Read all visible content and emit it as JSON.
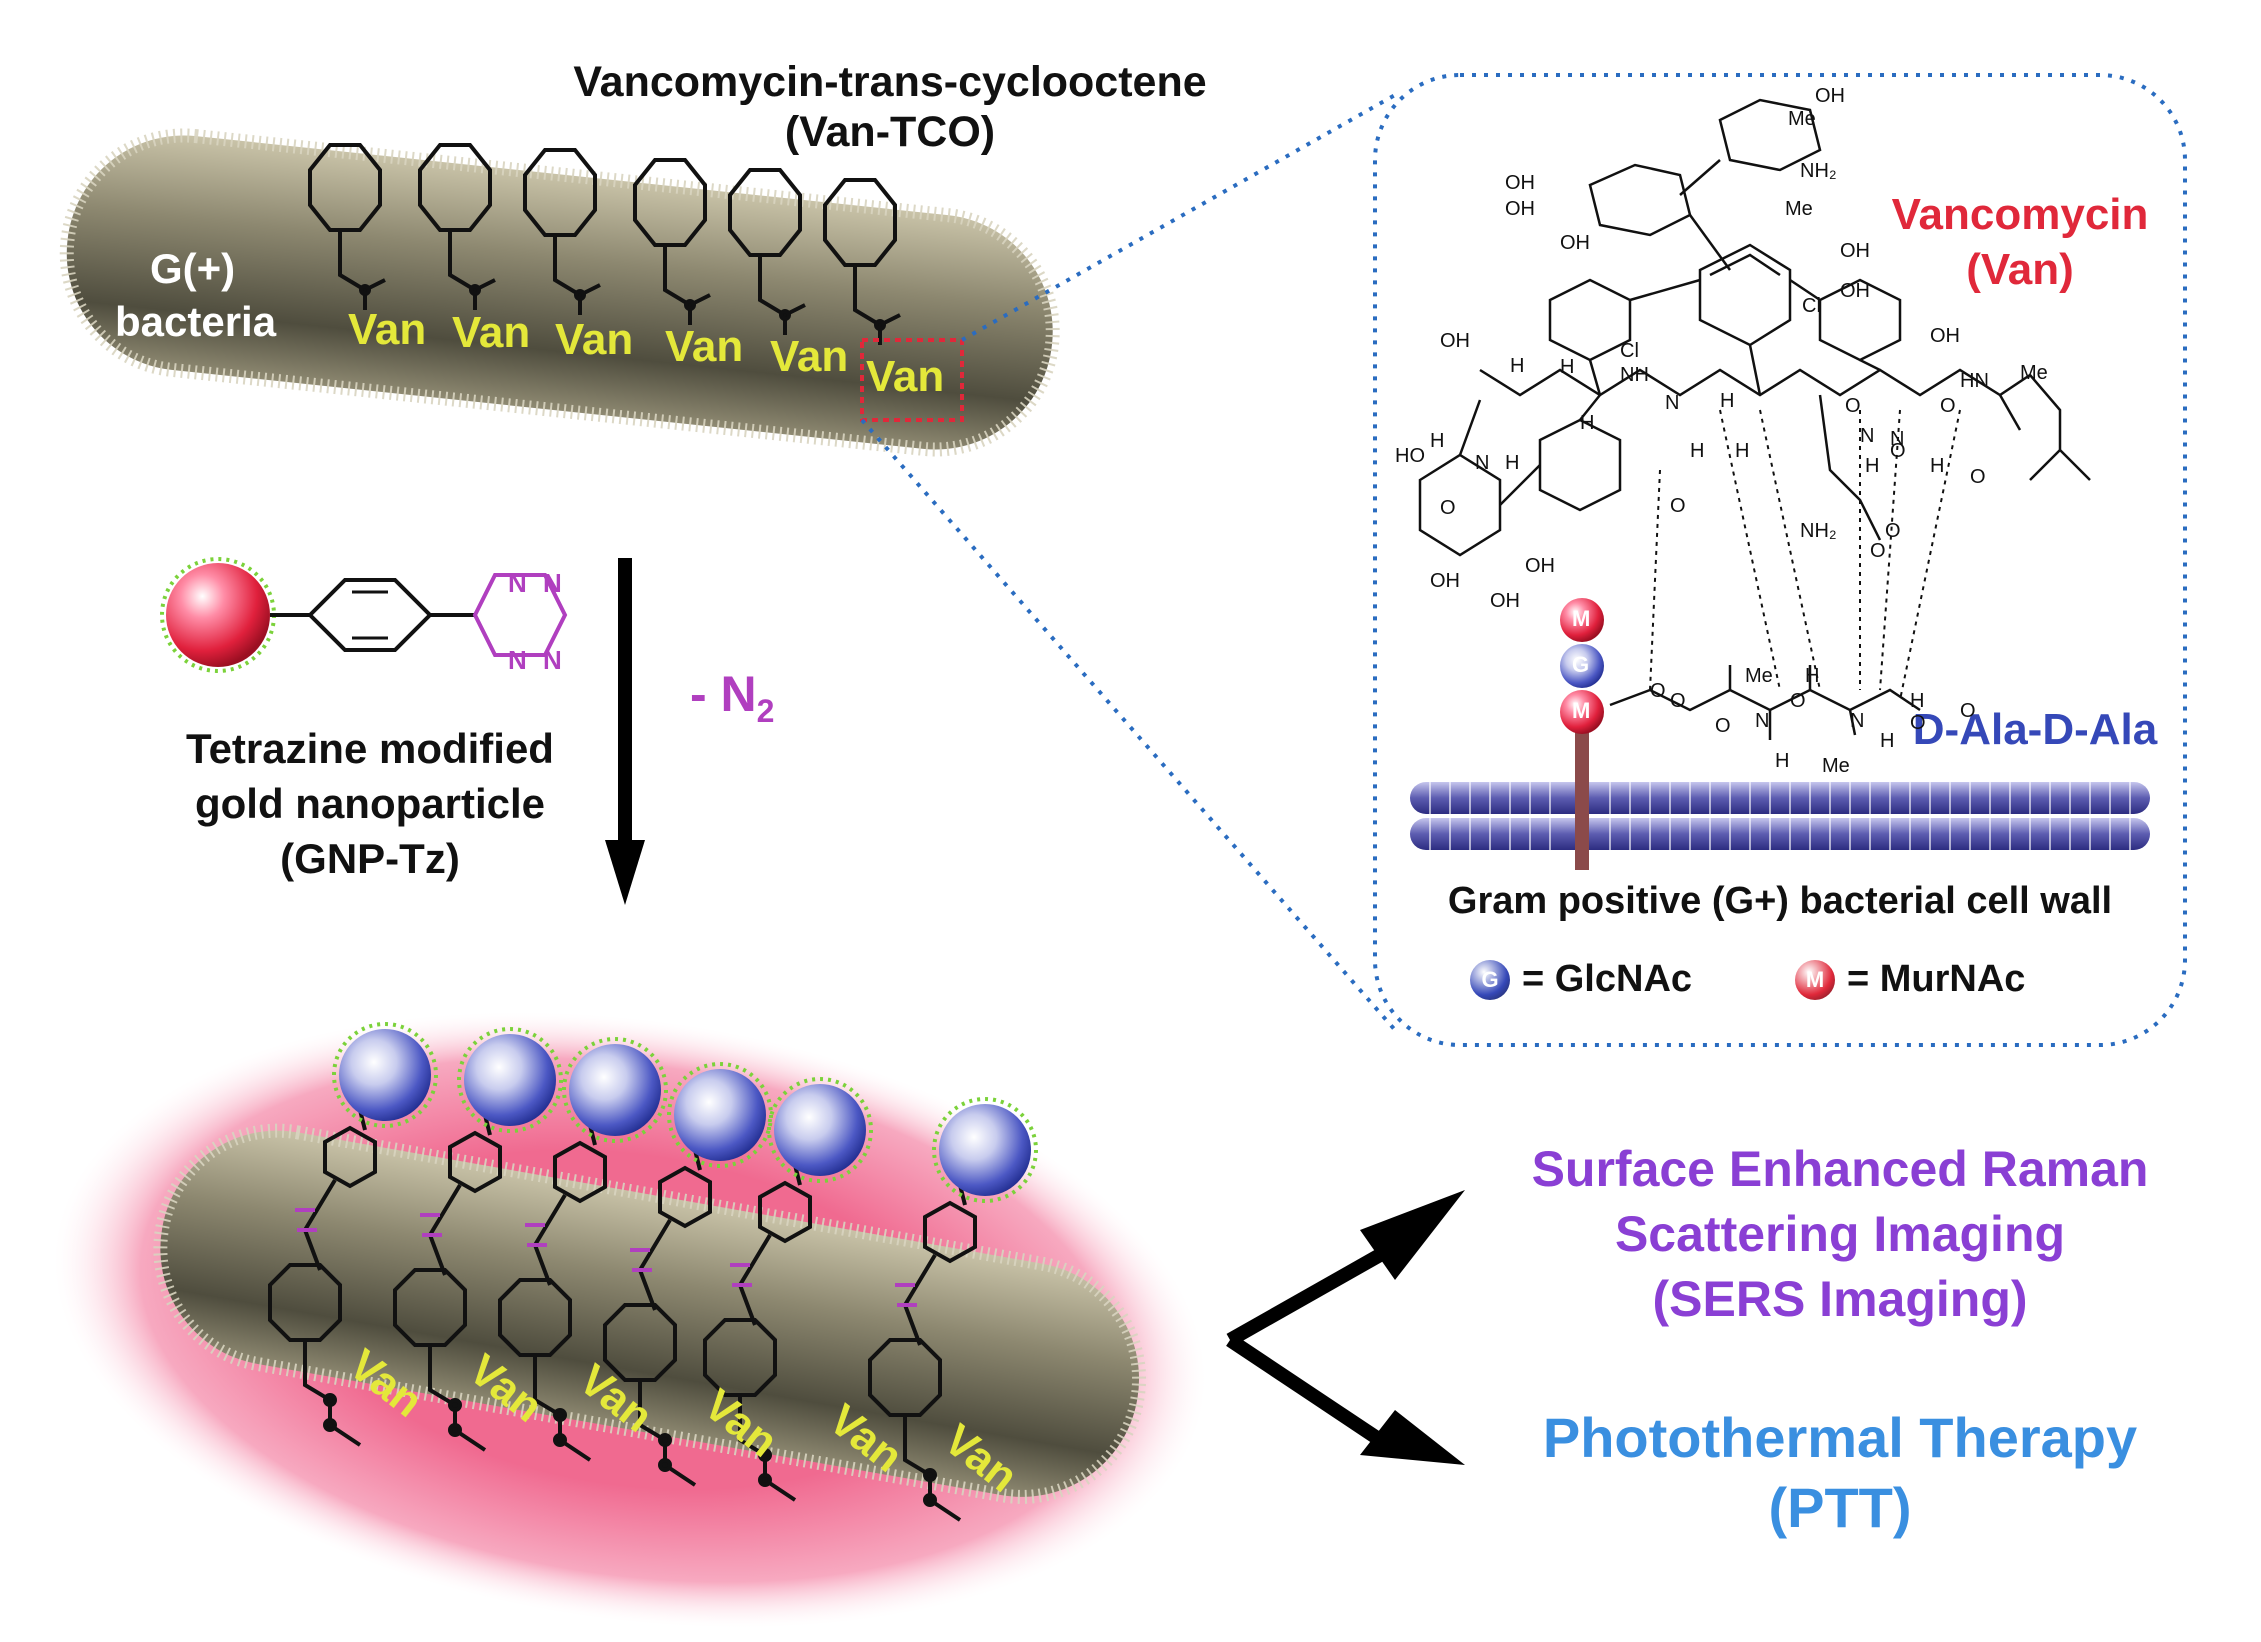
{
  "title_tco": "Vancomycin-trans-cyclooctene",
  "title_tco_abbr": "(Van-TCO)",
  "bacteria_label": "G(+)",
  "bacteria_label2": "bacteria",
  "van_labels_top": [
    "Van",
    "Van",
    "Van",
    "Van",
    "Van",
    "Van"
  ],
  "van_labels_bottom": [
    "Van",
    "Van",
    "Van",
    "Van",
    "Van",
    "Van"
  ],
  "reagent_caption": [
    "Tetrazine modified",
    "gold nanoparticle",
    "(GNP-Tz)"
  ],
  "byproduct_prefix": "- N",
  "byproduct_subscript": "2",
  "vancomycin_name": "Vancomycin",
  "vancomycin_abbr": "(Van)",
  "dalad_label": "D-Ala-D-Ala",
  "cell_wall_caption": "Gram positive (G+) bacterial cell wall",
  "legend": [
    {
      "letter": "G",
      "text": "=  GlcNAc",
      "color": "#3548b8"
    },
    {
      "letter": "M",
      "text": "=  MurNAc",
      "color": "#e0283a"
    }
  ],
  "chain_letters": [
    "M",
    "G",
    "M"
  ],
  "structure_atoms": [
    "OH",
    "Me",
    "OH",
    "OH",
    "NH₂",
    "Me",
    "OH",
    "OH",
    "OH",
    "Cl",
    "Cl",
    "OH",
    "OH",
    "H",
    "H",
    "HN",
    "Me",
    "NH",
    "N",
    "H",
    "H",
    "O",
    "O",
    "O",
    "HO",
    "H",
    "N",
    "H",
    "O",
    "H",
    "H",
    "O",
    "N",
    "N",
    "H",
    "H",
    "O",
    "O",
    "O",
    "NH₂",
    "OH",
    "OH",
    "OH",
    "Me",
    "H",
    "H",
    "O",
    "O",
    "N",
    "N",
    "H",
    "H",
    "Me",
    "O",
    "O",
    "O",
    "O"
  ],
  "tetrazine_N": [
    "N",
    "N",
    "N",
    "N"
  ],
  "application_1": [
    "Surface Enhanced Raman",
    "Scattering Imaging",
    "(SERS Imaging)"
  ],
  "application_2": [
    "Photothermal Therapy",
    "(PTT)"
  ],
  "colors": {
    "vancomycin": "#e0283a",
    "dalad": "#3548b8",
    "sers": "#8a3fd4",
    "ptt": "#3a8fe0",
    "n2": "#b03fbf",
    "van_label": "#e4e83a",
    "halo": "#ff6d9a"
  }
}
